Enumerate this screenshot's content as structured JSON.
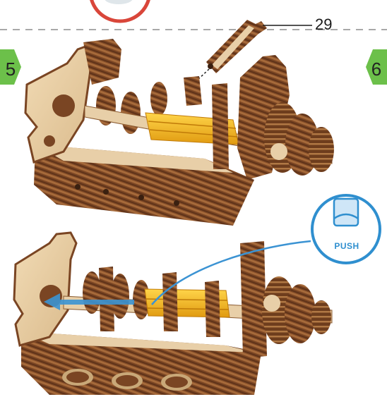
{
  "steps": {
    "left_number": "5",
    "right_number": "6"
  },
  "part": {
    "number": "29"
  },
  "push_callout": {
    "label": "PUSH"
  },
  "colors": {
    "step_tag_green": "#6cc04a",
    "divider_gray": "#a8a8a8",
    "push_blue": "#2f8fcf",
    "arrow_blue": "#3b93d3",
    "wood_light": "#e8cfa8",
    "wood_dark": "#6b3d1f",
    "rubber_yellow": "#f2b62a",
    "warning_red": "#d9463a"
  },
  "icons": [
    "step-tag-shape",
    "push-finger-icon",
    "motion-arrow-icon",
    "part-leader-line"
  ]
}
